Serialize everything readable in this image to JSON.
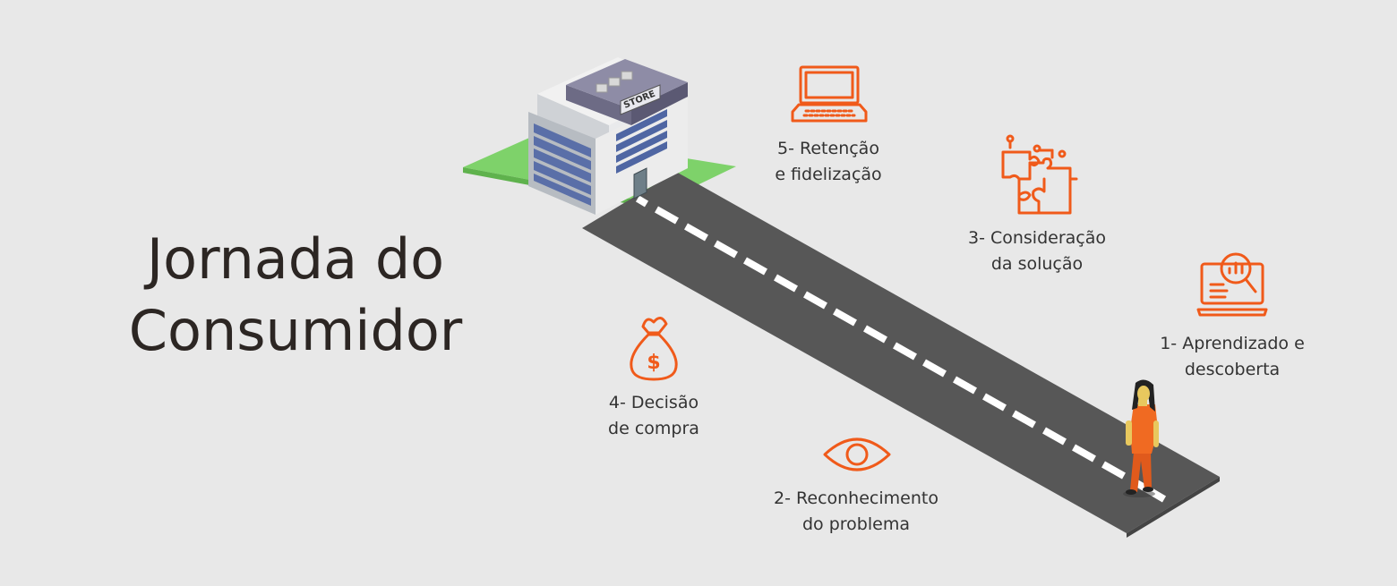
{
  "title": {
    "line1": "Jornada do",
    "line2": "Consumidor"
  },
  "store_sign": "STORE",
  "steps": [
    {
      "line1": "1- Aprendizado e",
      "line2": "descoberta",
      "icon": "laptop-analytics-icon"
    },
    {
      "line1": "2- Reconhecimento",
      "line2": "do problema",
      "icon": "eye-icon"
    },
    {
      "line1": "3- Consideração",
      "line2": "da solução",
      "icon": "puzzle-circuit-icon"
    },
    {
      "line1": "4- Decisão",
      "line2": "de compra",
      "icon": "money-bag-icon"
    },
    {
      "line1": "5- Retenção",
      "line2": "e fidelização",
      "icon": "laptop-icon"
    }
  ],
  "colors": {
    "accent": "#f05a1a",
    "road": "#575757",
    "grass": "#7ed26a",
    "background": "#e8e8e8"
  }
}
